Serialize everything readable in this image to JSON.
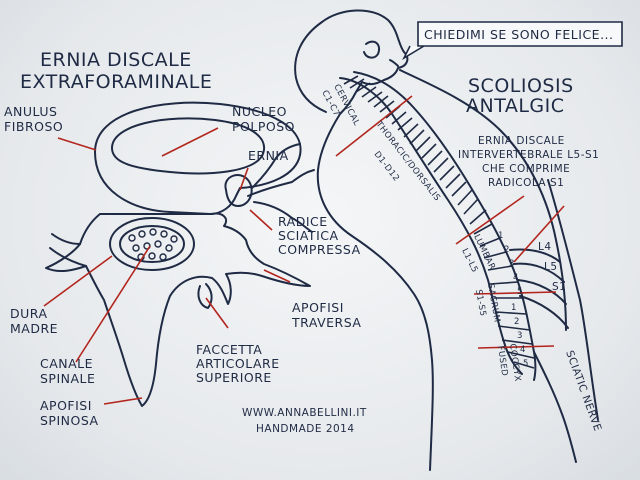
{
  "title_left": [
    "ERNIA DISCALE",
    "EXTRAFORAMINALE"
  ],
  "title_right": [
    "SCOLIOSIS",
    "ANTALGIC"
  ],
  "speech": "CHIEDIMI SE SONO FELICE...",
  "labels": {
    "anulus": [
      "ANULUS",
      "FIBROSO"
    ],
    "nucleo": [
      "NUCLEO",
      "POLPOSO"
    ],
    "ernia": "ERNIA",
    "radice": [
      "RADICE",
      "SCIATICA",
      "COMPRESSA"
    ],
    "apofisi_traversa": [
      "APOFISI",
      "TRAVERSA"
    ],
    "dura_madre": [
      "DURA",
      "MADRE"
    ],
    "canale_spinale": [
      "CANALE",
      "SPINALE"
    ],
    "faccetta": [
      "FACCETTA",
      "ARTICOLARE",
      "SUPERIORE"
    ],
    "apofisi_spinosa": [
      "APOFISI",
      "SPINOSA"
    ],
    "ernia_discale_right": [
      "ERNIA DISCALE",
      "INTERVERTEBRALE L5-S1",
      "CHE COMPRIME",
      "RADICOLA S1"
    ]
  },
  "spine_regions": {
    "cervical": [
      "CERVICAL",
      "C1-C7"
    ],
    "thoracic": [
      "THORACIC/DORSALIS",
      "D1-D12"
    ],
    "lumbar": [
      "LUMBAR",
      "L1-L5"
    ],
    "sacrum": [
      "SACRUM",
      "S1-S5"
    ],
    "coccyx": [
      "COCCYX",
      "FUSED"
    ]
  },
  "nerve_levels": [
    "L4",
    "L5",
    "S1"
  ],
  "lumbar_numbers": [
    "1",
    "2",
    "3",
    "4",
    "5"
  ],
  "sacral_numbers": [
    "1",
    "2",
    "3",
    "4",
    "5"
  ],
  "sciatic": "SCIATIC NERVE",
  "credit": [
    "WWW.ANNABELLINI.IT",
    "HANDMADE 2014"
  ],
  "colors": {
    "ink": "#1f2a44",
    "pointer": "#b3261e"
  }
}
